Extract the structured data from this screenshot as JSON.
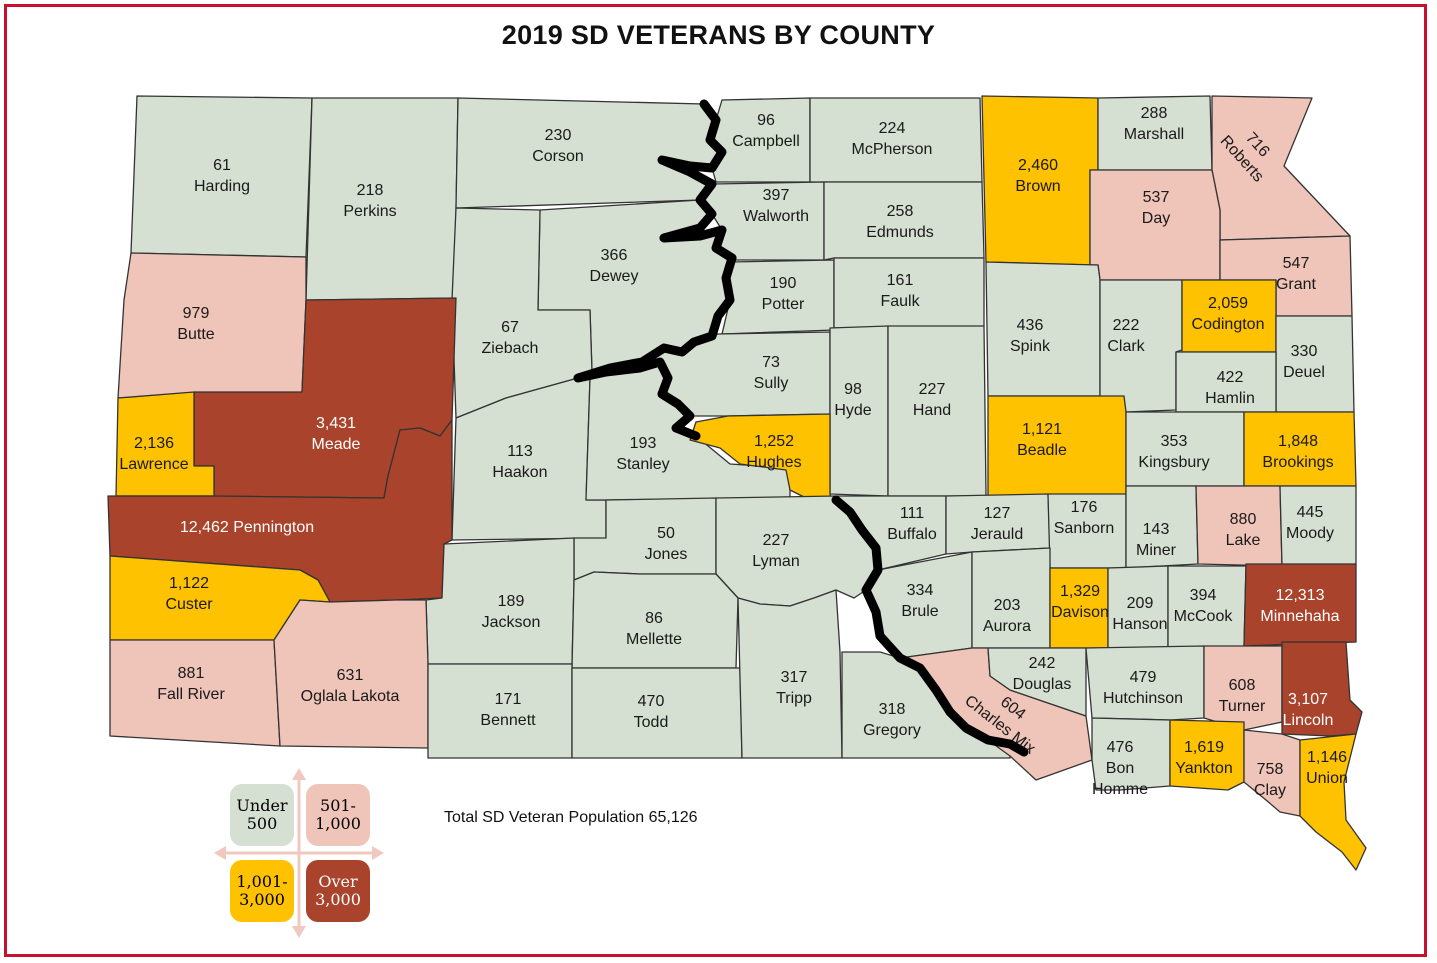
{
  "title": "2019 SD VETERANS BY COUNTY",
  "total_label": "Total SD Veteran Population 65,126",
  "colors": {
    "under_500": "#d5dfd2",
    "r501_1000": "#efc4b9",
    "r1001_3000": "#ffc200",
    "over_3000": "#a9432b",
    "frame": "#c8102e",
    "river": "#000000"
  },
  "legend": [
    {
      "key": "under_500",
      "label": "Under\n500"
    },
    {
      "key": "r501_1000",
      "label": "501-\n1,000"
    },
    {
      "key": "r1001_3000",
      "label": "1,001-\n3,000"
    },
    {
      "key": "over_3000",
      "label": "Over\n3,000"
    }
  ],
  "counties": [
    {
      "name": "Harding",
      "value": "61"
    },
    {
      "name": "Perkins",
      "value": "218"
    },
    {
      "name": "Corson",
      "value": "230"
    },
    {
      "name": "Campbell",
      "value": "96"
    },
    {
      "name": "McPherson",
      "value": "224"
    },
    {
      "name": "Brown",
      "value": "2,460"
    },
    {
      "name": "Marshall",
      "value": "288"
    },
    {
      "name": "Roberts",
      "value": "716"
    },
    {
      "name": "Butte",
      "value": "979"
    },
    {
      "name": "Dewey",
      "value": "366"
    },
    {
      "name": "Walworth",
      "value": "397"
    },
    {
      "name": "Edmunds",
      "value": "258"
    },
    {
      "name": "Day",
      "value": "537"
    },
    {
      "name": "Grant",
      "value": "547"
    },
    {
      "name": "Ziebach",
      "value": "67"
    },
    {
      "name": "Potter",
      "value": "190"
    },
    {
      "name": "Faulk",
      "value": "161"
    },
    {
      "name": "Spink",
      "value": "436"
    },
    {
      "name": "Clark",
      "value": "222"
    },
    {
      "name": "Codington",
      "value": "2,059"
    },
    {
      "name": "Deuel",
      "value": "330"
    },
    {
      "name": "Hamlin",
      "value": "422"
    },
    {
      "name": "Meade",
      "value": "3,431"
    },
    {
      "name": "Lawrence",
      "value": "2,136"
    },
    {
      "name": "Sully",
      "value": "73"
    },
    {
      "name": "Hyde",
      "value": "98"
    },
    {
      "name": "Hand",
      "value": "227"
    },
    {
      "name": "Haakon",
      "value": "113"
    },
    {
      "name": "Stanley",
      "value": "193"
    },
    {
      "name": "Hughes",
      "value": "1,252"
    },
    {
      "name": "Beadle",
      "value": "1,121"
    },
    {
      "name": "Kingsbury",
      "value": "353"
    },
    {
      "name": "Brookings",
      "value": "1,848"
    },
    {
      "name": "Pennington",
      "value": "12,462"
    },
    {
      "name": "Jones",
      "value": "50"
    },
    {
      "name": "Lyman",
      "value": "227"
    },
    {
      "name": "Buffalo",
      "value": "111"
    },
    {
      "name": "Jerauld",
      "value": "127"
    },
    {
      "name": "Sanborn",
      "value": "176"
    },
    {
      "name": "Miner",
      "value": "143"
    },
    {
      "name": "Lake",
      "value": "880"
    },
    {
      "name": "Moody",
      "value": "445"
    },
    {
      "name": "Custer",
      "value": "1,122"
    },
    {
      "name": "Jackson",
      "value": "189"
    },
    {
      "name": "Mellette",
      "value": "86"
    },
    {
      "name": "Brule",
      "value": "334"
    },
    {
      "name": "Aurora",
      "value": "203"
    },
    {
      "name": "Davison",
      "value": "1,329"
    },
    {
      "name": "Hanson",
      "value": "209"
    },
    {
      "name": "McCook",
      "value": "394"
    },
    {
      "name": "Minnehaha",
      "value": "12,313"
    },
    {
      "name": "Fall River",
      "value": "881"
    },
    {
      "name": "Oglala Lakota",
      "value": "631"
    },
    {
      "name": "Bennett",
      "value": "171"
    },
    {
      "name": "Todd",
      "value": "470"
    },
    {
      "name": "Tripp",
      "value": "317"
    },
    {
      "name": "Gregory",
      "value": "318"
    },
    {
      "name": "Charles Mix",
      "value": "604"
    },
    {
      "name": "Douglas",
      "value": "242"
    },
    {
      "name": "Hutchinson",
      "value": "479"
    },
    {
      "name": "Turner",
      "value": "608"
    },
    {
      "name": "Lincoln",
      "value": "3,107"
    },
    {
      "name": "Bon Homme",
      "value": "476"
    },
    {
      "name": "Yankton",
      "value": "1,619"
    },
    {
      "name": "Clay",
      "value": "758"
    },
    {
      "name": "Union",
      "value": "1,146"
    }
  ]
}
